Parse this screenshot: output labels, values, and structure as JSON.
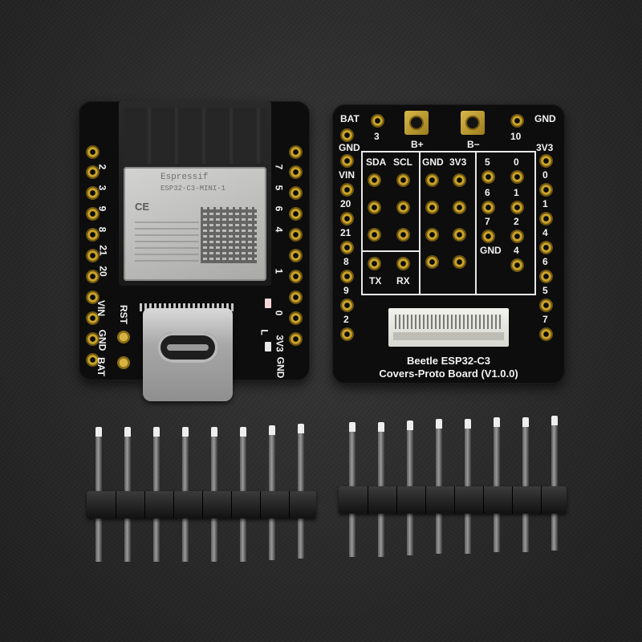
{
  "left_board": {
    "module": {
      "brand": "Espressif",
      "model": "ESP32-C3-MINI-1",
      "ce_mark": "CE"
    },
    "button_labels": {
      "reset": "RST",
      "led": "L"
    },
    "left_pins": [
      "2",
      "3",
      "9",
      "8",
      "21",
      "20",
      "VIN",
      "GND",
      "BAT"
    ],
    "right_pins": [
      "7",
      "5",
      "6",
      "4",
      "1",
      "0",
      "3V3",
      "GND"
    ]
  },
  "right_board": {
    "top": {
      "left": "BAT",
      "pad_left": "B+",
      "pad_right": "B−",
      "right": "GND",
      "num_left": "3",
      "num_right": "10"
    },
    "left_column": [
      "GND",
      "VIN",
      "20",
      "21",
      "8",
      "9",
      "2"
    ],
    "right_column": [
      "3V3",
      "0",
      "1",
      "4",
      "6",
      "5",
      "7"
    ],
    "grid_headers": {
      "sda": "SDA",
      "scl": "SCL",
      "gnd": "GND",
      "v33": "3V3"
    },
    "inner_digits": {
      "col_a": [
        "5",
        "6",
        "7"
      ],
      "col_b": [
        "0",
        "1",
        "2",
        "4"
      ],
      "gnd": "GND"
    },
    "uart": {
      "tx": "TX",
      "rx": "RX"
    },
    "title_line1": "Beetle ESP32-C3",
    "title_line2": "Covers-Proto Board (V1.0.0)"
  }
}
